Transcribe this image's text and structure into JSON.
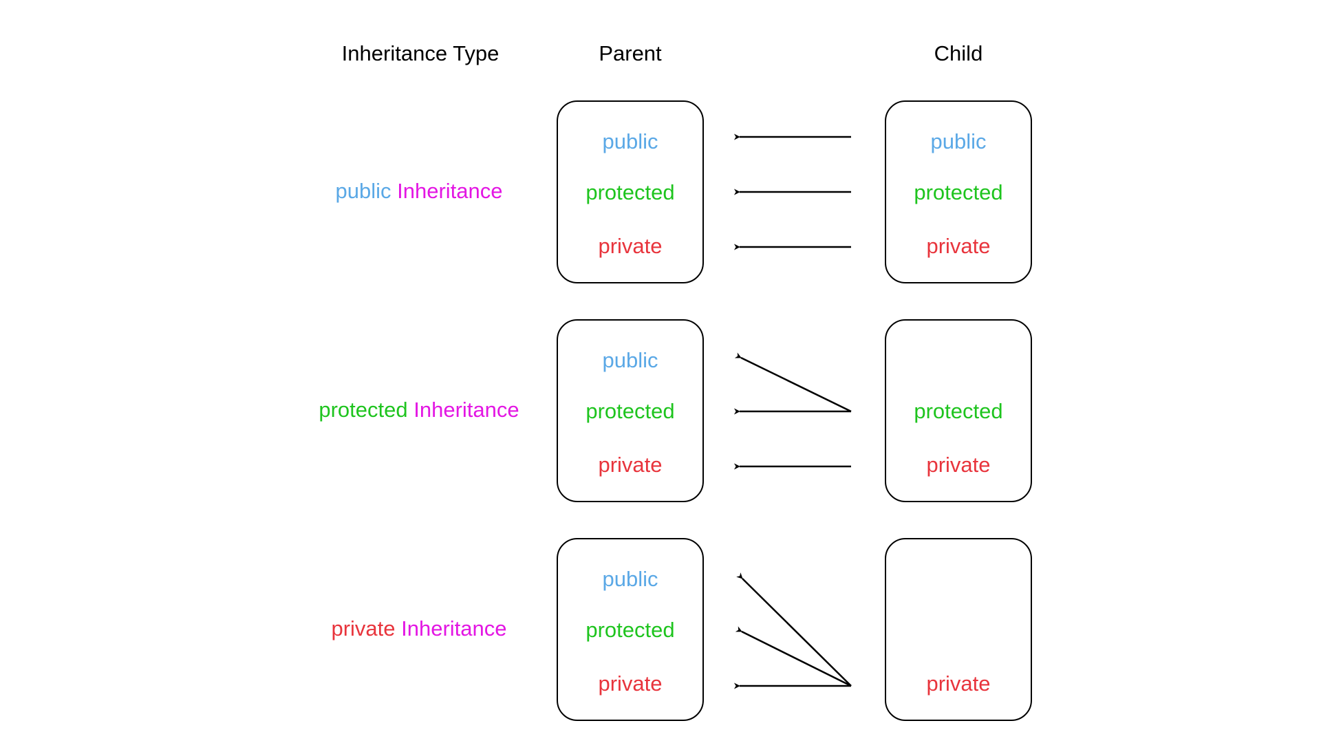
{
  "headers": {
    "type": "Inheritance Type",
    "parent": "Parent",
    "child": "Child"
  },
  "rows": [
    {
      "label_mode": "public",
      "label_suffix": "Inheritance",
      "parent": {
        "public": "public",
        "protected": "protected",
        "private": "private"
      },
      "child": {
        "public": "public",
        "protected": "protected",
        "private": "private"
      }
    },
    {
      "label_mode": "protected",
      "label_suffix": "Inheritance",
      "parent": {
        "public": "public",
        "protected": "protected",
        "private": "private"
      },
      "child": {
        "protected": "protected",
        "private": "private"
      }
    },
    {
      "label_mode": "private",
      "label_suffix": "Inheritance",
      "parent": {
        "public": "public",
        "protected": "protected",
        "private": "private"
      },
      "child": {
        "private": "private"
      }
    }
  ],
  "colors": {
    "public": "#5aa8e6",
    "protected": "#1ec41e",
    "private": "#e8343c",
    "inheritance": "#e316e3",
    "arrow": "#000000"
  }
}
